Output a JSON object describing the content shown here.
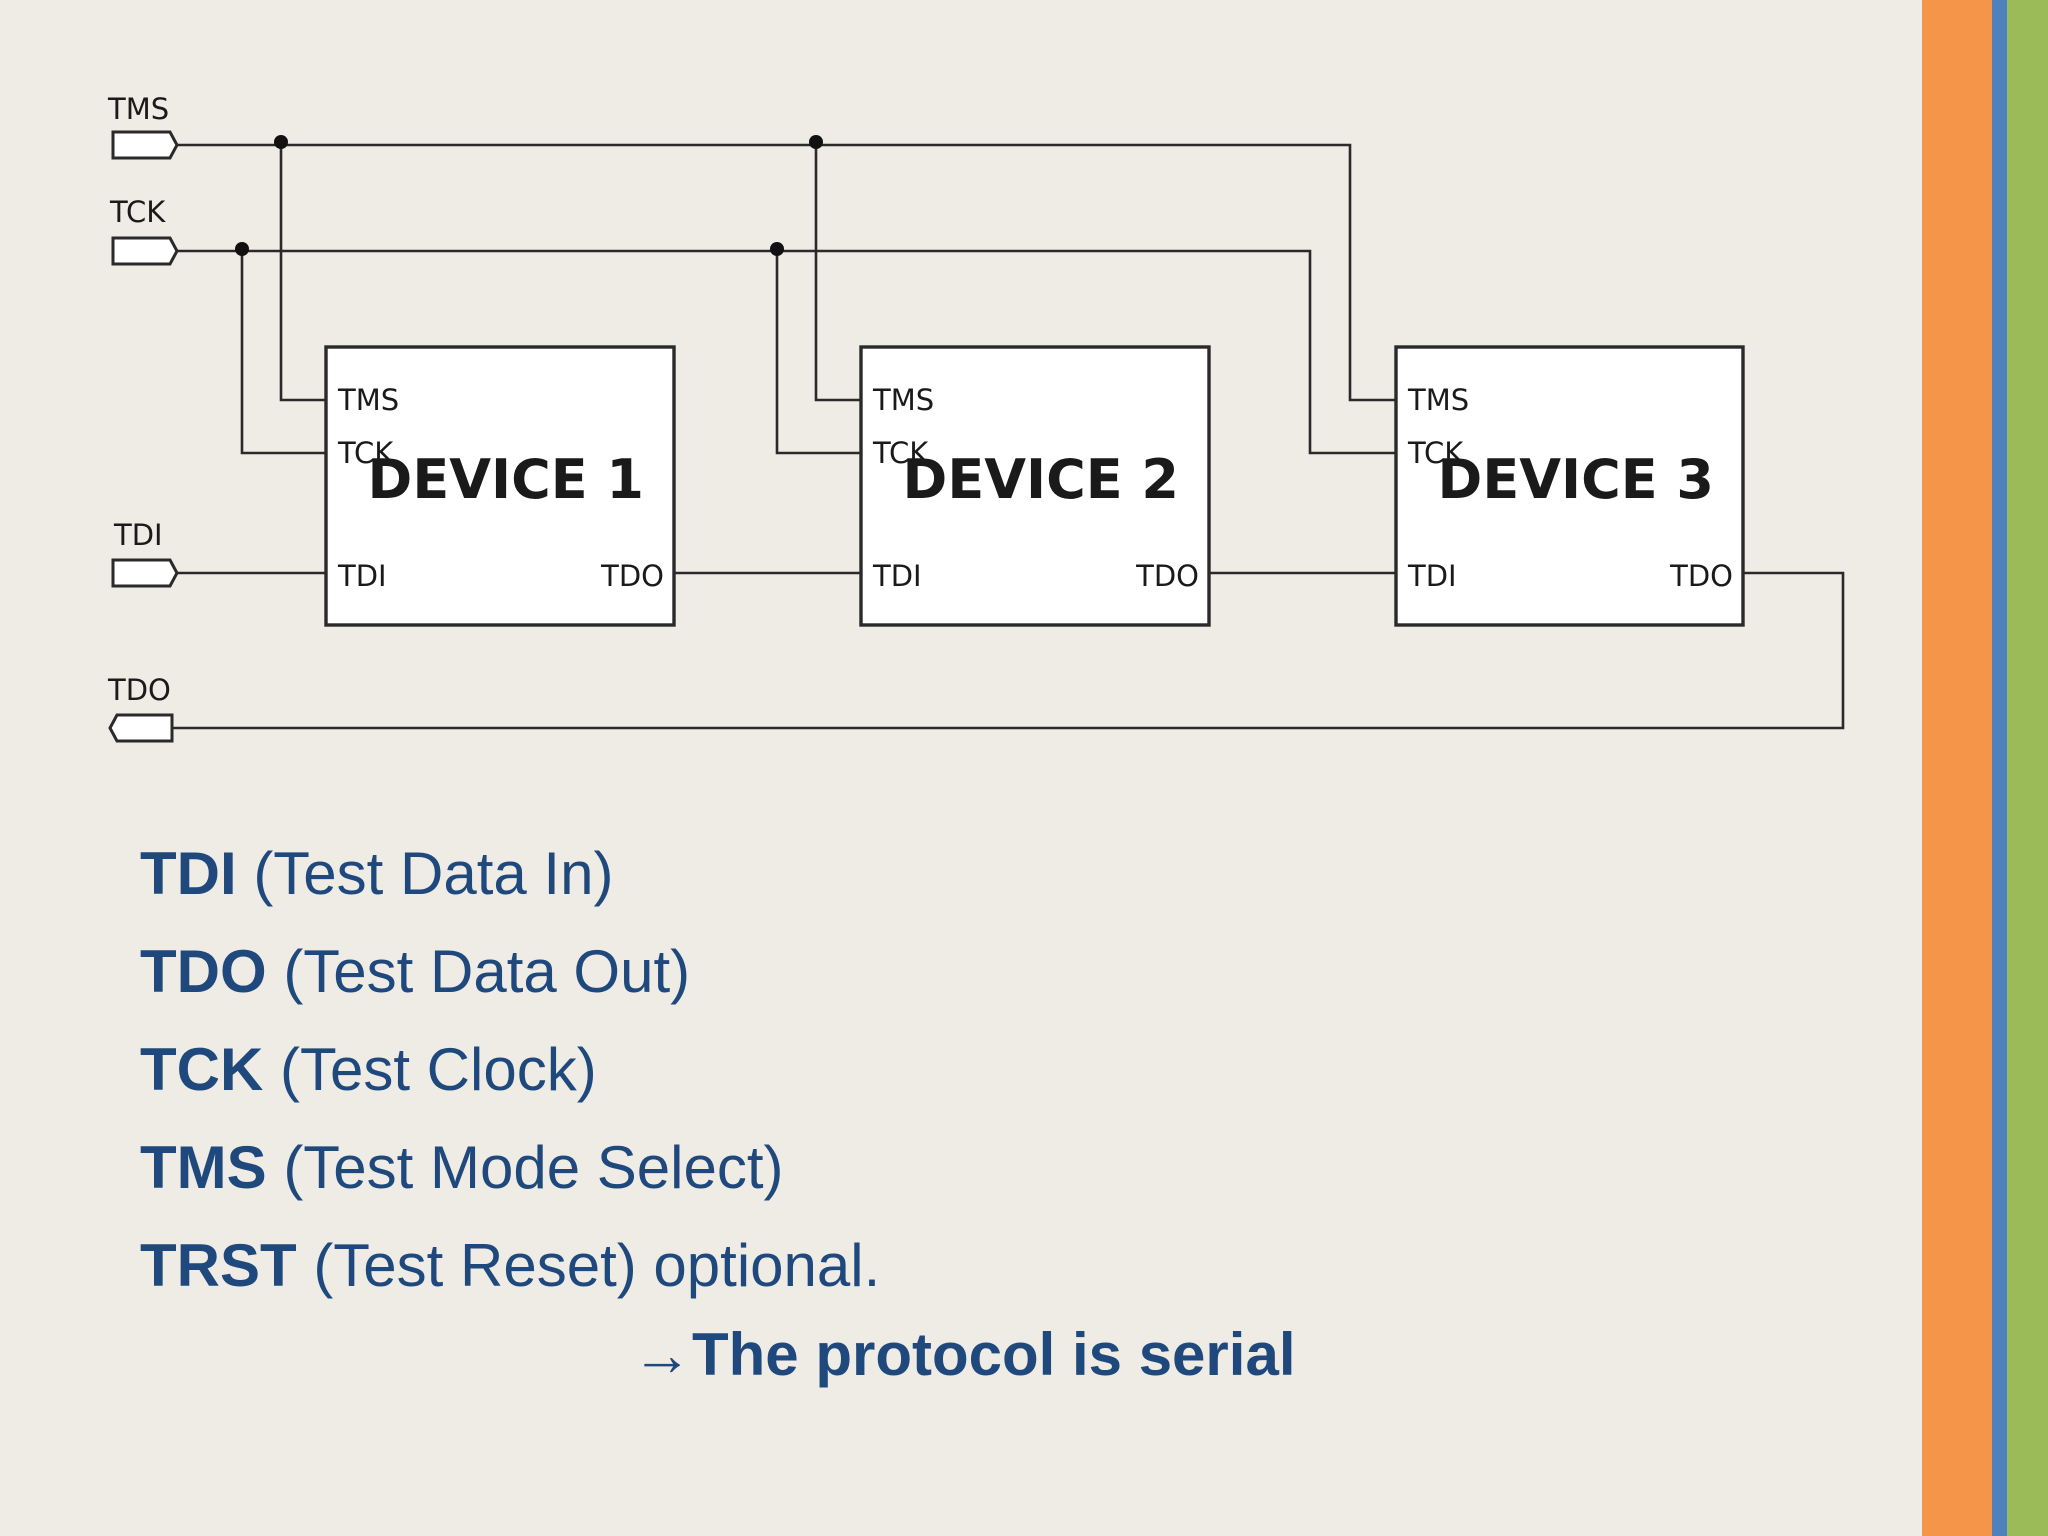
{
  "diagram": {
    "external_ports": {
      "tms": "TMS",
      "tck": "TCK",
      "tdi": "TDI",
      "tdo": "TDO"
    },
    "devices": [
      {
        "name": "DEVICE 1",
        "pins": {
          "tms": "TMS",
          "tck": "TCK",
          "tdi": "TDI",
          "tdo": "TDO"
        }
      },
      {
        "name": "DEVICE 2",
        "pins": {
          "tms": "TMS",
          "tck": "TCK",
          "tdi": "TDI",
          "tdo": "TDO"
        }
      },
      {
        "name": "DEVICE 3",
        "pins": {
          "tms": "TMS",
          "tck": "TCK",
          "tdi": "TDI",
          "tdo": "TDO"
        }
      }
    ]
  },
  "legend": [
    {
      "abbr": "TDI",
      "desc": " (Test Data In)"
    },
    {
      "abbr": "TDO",
      "desc": " (Test Data Out)"
    },
    {
      "abbr": "TCK",
      "desc": " (Test Clock)"
    },
    {
      "abbr": "TMS",
      "desc": " (Test Mode Select)"
    },
    {
      "abbr": "TRST",
      "desc": " (Test Reset) optional."
    }
  ],
  "conclusion": {
    "arrow": "→",
    "text": "The protocol is serial"
  },
  "colors": {
    "background": "#efebe5",
    "text_blue": "#1f497d",
    "stripe_orange": "#f5954a",
    "stripe_blue": "#4f81bd",
    "stripe_green": "#9bbb59"
  }
}
